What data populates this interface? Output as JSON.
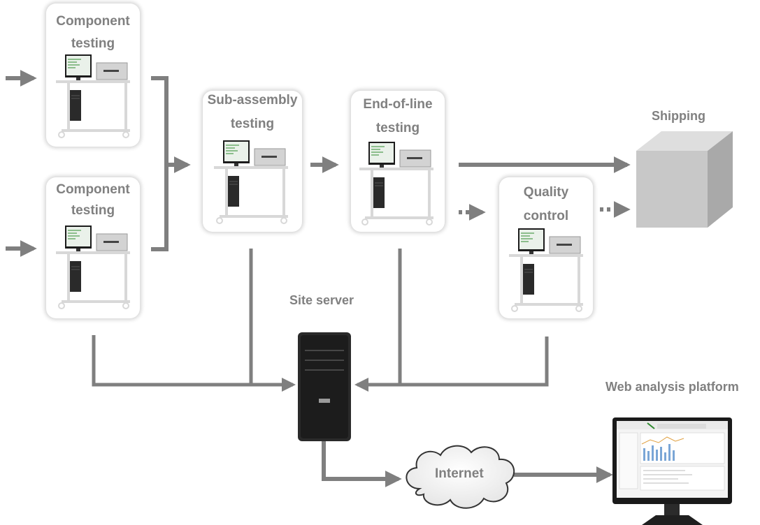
{
  "stations": {
    "component_1": {
      "line1": "Component",
      "line2": "testing"
    },
    "component_2": {
      "line1": "Component",
      "line2": "testing"
    },
    "sub_assembly": {
      "line1": "Sub-assembly",
      "line2": "testing"
    },
    "end_of_line": {
      "line1": "End-of-line",
      "line2": "testing"
    },
    "quality": {
      "line1": "Quality",
      "line2": "control"
    }
  },
  "labels": {
    "shipping": "Shipping",
    "site_server": "Site server",
    "internet": "Internet",
    "web_platform": "Web analysis platform"
  },
  "colors": {
    "connector": "#7f7f7f",
    "label": "#808080",
    "box_front": "#c8c8c8",
    "box_top": "#dedede",
    "box_side": "#a9a9a9",
    "server": "#2a2a2a",
    "monitor_screen": "#eaf1ea",
    "accent_green": "#2f8a2f"
  }
}
